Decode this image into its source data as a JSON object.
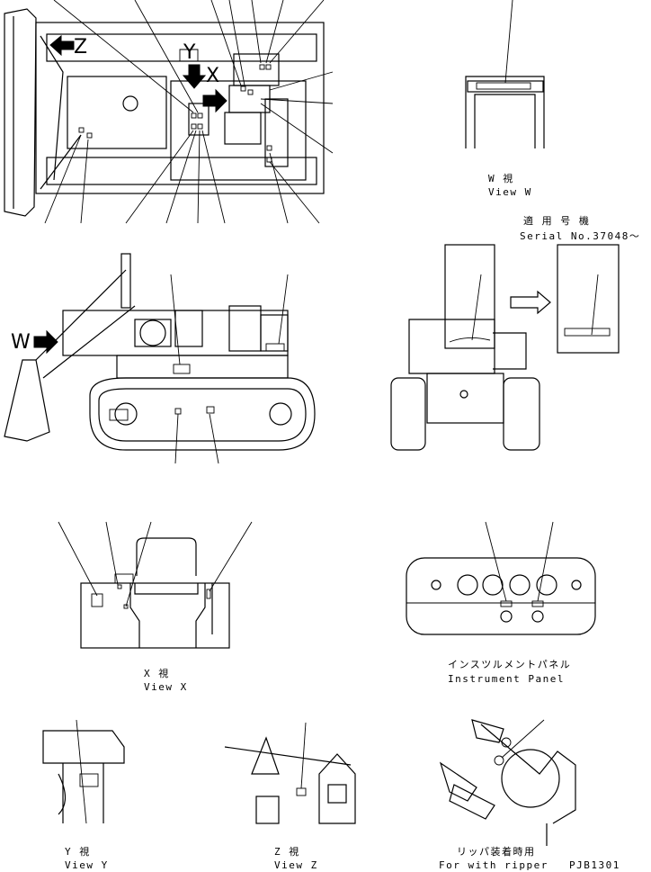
{
  "views": {
    "w_jp": "W 視",
    "w_en": "View W",
    "x_jp": "X 視",
    "x_en": "View X",
    "y_jp": "Y 視",
    "y_en": "View Y",
    "z_jp": "Z 視",
    "z_en": "View Z"
  },
  "serial": {
    "jp": "適 用 号 機",
    "en": "Serial No.37048〜"
  },
  "panel": {
    "jp": "インスツルメントパネル",
    "en": "Instrument Panel"
  },
  "ripper": {
    "jp": "リッパ装着時用",
    "en": "For with ripper"
  },
  "drawing_code": "PJB1301",
  "markers": {
    "x": "X",
    "y": "Y",
    "z": "Z",
    "w": "W"
  }
}
